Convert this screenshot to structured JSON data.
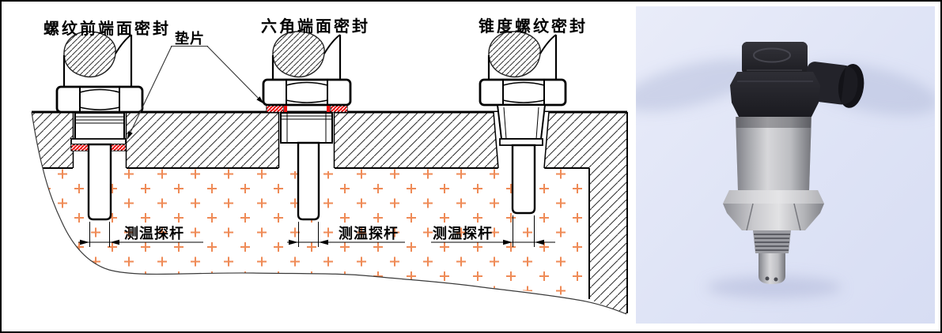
{
  "diagram": {
    "seal_labels": [
      "螺纹前端面密封",
      "六角端面密封",
      "锥度螺纹密封"
    ],
    "gasket_label": "垫片",
    "probe_labels": [
      "测温探杆",
      "测温探杆",
      "测温探杆"
    ],
    "colors": {
      "gasket_red": "#ee1111",
      "cross_orange": "#ef8b57",
      "line": "#000000"
    }
  },
  "photo": {
    "background": "#dfe4f6",
    "connector_black": "#26262c",
    "steel_gray": "#b7b8be"
  }
}
